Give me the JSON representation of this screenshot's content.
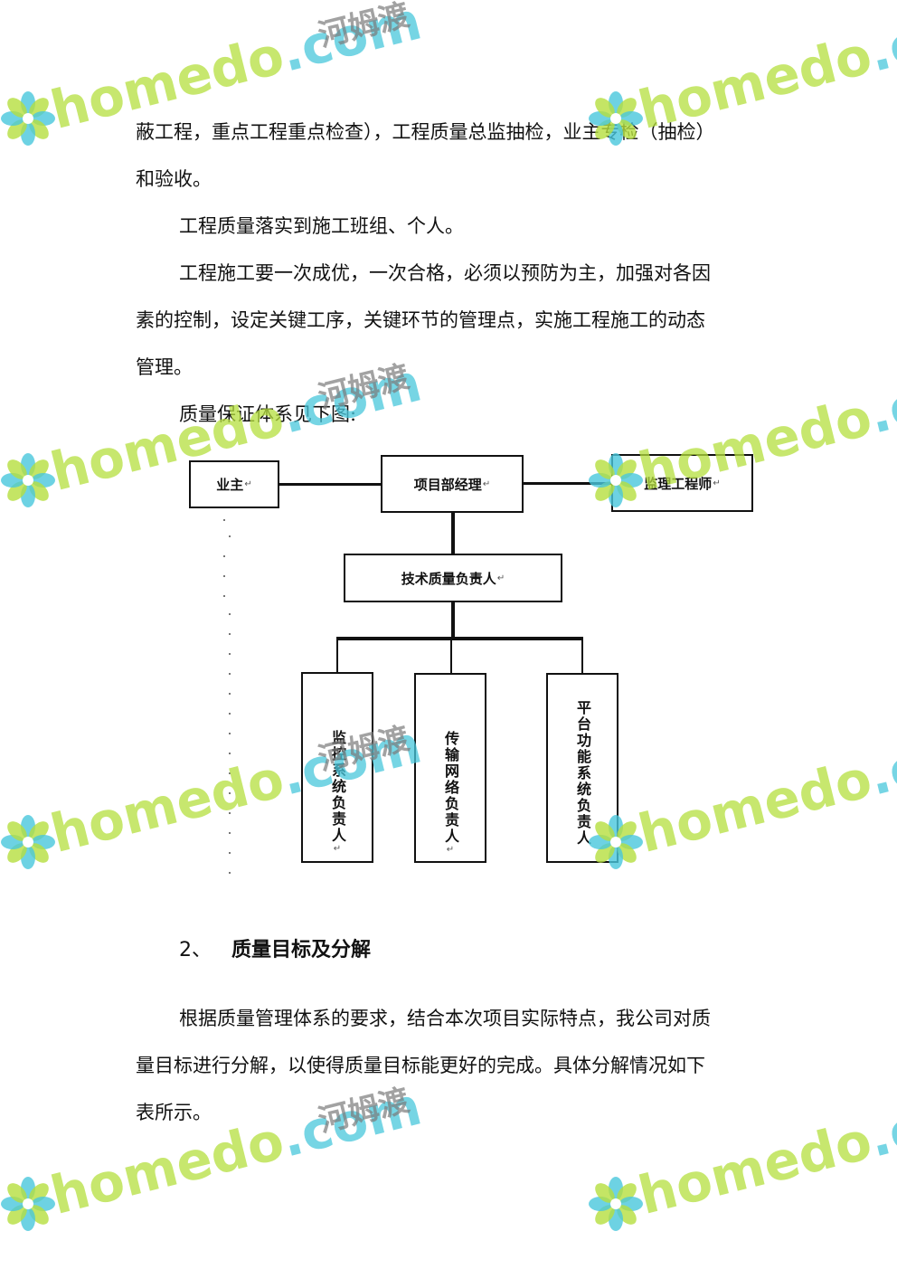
{
  "paragraphs": {
    "p1_line1": "蔽工程，重点工程重点检查），工程质量总监抽检，业主专检（抽检）",
    "p1_line2": "和验收。",
    "p2": "工程质量落实到施工班组、个人。",
    "p3_line1": "工程施工要一次成优，一次合格，必须以预防为主，加强对各因",
    "p3_line2": "素的控制，设定关键工序，关键环节的管理点，实施工程施工的动态",
    "p3_line3": "管理。",
    "p4": "质量保证体系见下图:"
  },
  "org_chart": {
    "owner": "业主",
    "project_manager": "项目部经理",
    "supervisor": "监理工程师",
    "tech_quality_lead": "技术质量负责人",
    "monitoring_lead": "监控系统负责人",
    "network_lead": "传输网络负责人",
    "platform_lead": "平台功能系统负责人",
    "return_mark": "↵"
  },
  "section2": {
    "number": "2、",
    "title": "质量目标及分解"
  },
  "section2_body": {
    "line1": "根据质量管理体系的要求，结合本次项目实际特点，我公司对质",
    "line2": "量目标进行分解，以使得质量目标能更好的完成。具体分解情况如下",
    "line3": "表所示。"
  },
  "watermark": {
    "brand_home": "home",
    "brand_do": "do",
    "brand_com": ".com",
    "brand_cn": "河姆渡",
    "colors": {
      "green": "#b5df3e",
      "blue": "#49c7dc",
      "gray": "#7b7b7b"
    }
  }
}
